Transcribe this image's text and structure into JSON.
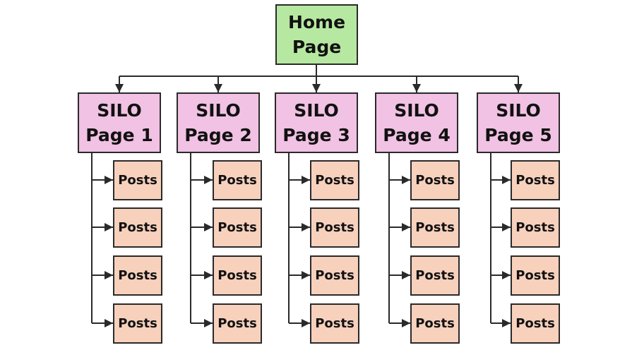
{
  "colors": {
    "home_fill": "#b7e8a2",
    "silo_fill": "#f1c2e3",
    "post_fill": "#f8d1bd",
    "stroke": "#2a2a2a"
  },
  "home": {
    "line1": "Home",
    "line2": "Page"
  },
  "silos": [
    {
      "line1": "SILO",
      "line2": "Page 1",
      "posts": [
        "Posts",
        "Posts",
        "Posts",
        "Posts"
      ]
    },
    {
      "line1": "SILO",
      "line2": "Page 2",
      "posts": [
        "Posts",
        "Posts",
        "Posts",
        "Posts"
      ]
    },
    {
      "line1": "SILO",
      "line2": "Page 3",
      "posts": [
        "Posts",
        "Posts",
        "Posts",
        "Posts"
      ]
    },
    {
      "line1": "SILO",
      "line2": "Page 4",
      "posts": [
        "Posts",
        "Posts",
        "Posts",
        "Posts"
      ]
    },
    {
      "line1": "SILO",
      "line2": "Page 5",
      "posts": [
        "Posts",
        "Posts",
        "Posts",
        "Posts"
      ]
    }
  ]
}
